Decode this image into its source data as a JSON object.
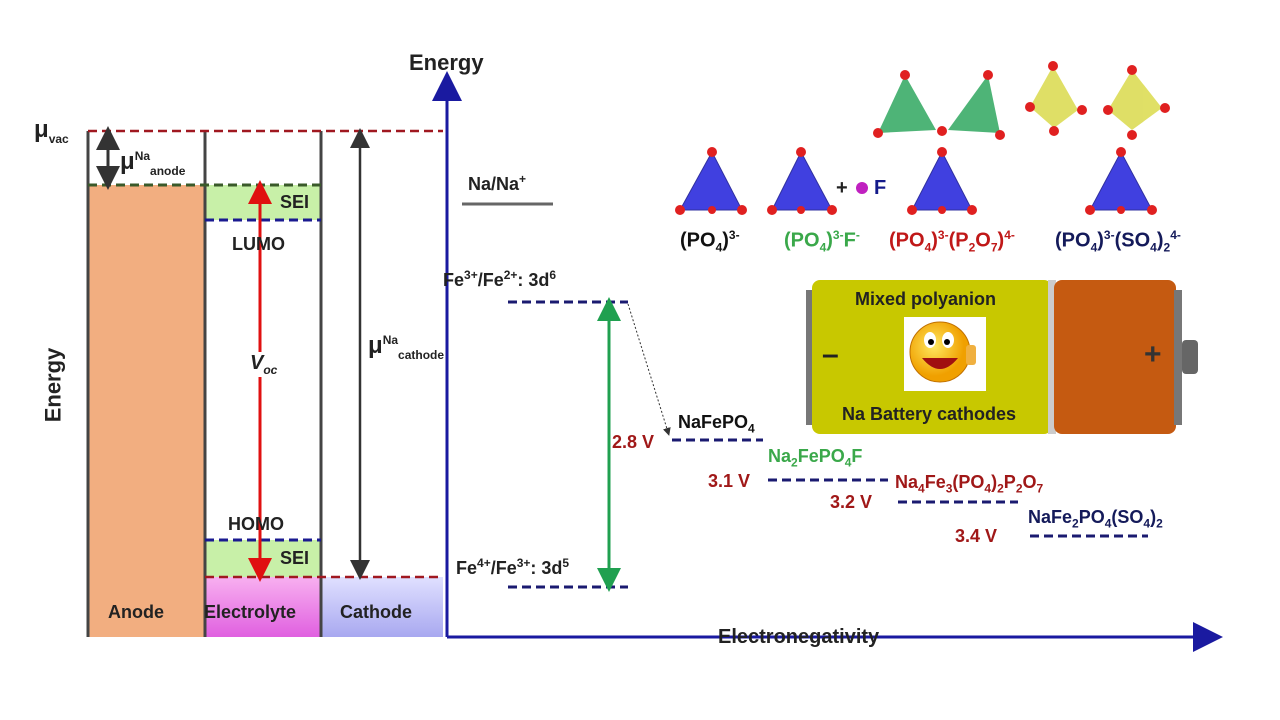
{
  "left_diagram": {
    "y_axis_label": "Energy",
    "mu_vac": [
      [
        "μ",
        ""
      ],
      [
        "vac",
        "sub"
      ]
    ],
    "mu_anode": [
      [
        "μ",
        ""
      ],
      [
        "Na",
        "sup"
      ],
      [
        "anode",
        "sub"
      ]
    ],
    "mu_cathode": [
      [
        "μ",
        ""
      ],
      [
        "Na",
        "sup"
      ],
      [
        "cathode",
        "sub"
      ]
    ],
    "sei_top": "SEI",
    "sei_bottom": "SEI",
    "lumo": "LUMO",
    "homo": "HOMO",
    "voc": [
      [
        "V",
        ""
      ],
      [
        "oc",
        "sub"
      ]
    ],
    "anode": "Anode",
    "electrolyte": "Electrolyte",
    "cathode": "Cathode"
  },
  "right_diagram": {
    "y_axis_label": "Energy",
    "x_axis_label": "Electronegativity",
    "reference": [
      [
        "Na/Na",
        ""
      ],
      [
        "+",
        "sup"
      ]
    ],
    "fe_upper": [
      [
        "Fe",
        ""
      ],
      [
        "3+",
        "sup"
      ],
      [
        "/Fe",
        ""
      ],
      [
        "2+",
        "sup"
      ],
      [
        ": 3d",
        ""
      ],
      [
        "6",
        "sup"
      ]
    ],
    "fe_lower": [
      [
        "Fe",
        ""
      ],
      [
        "4+",
        "sup"
      ],
      [
        "/Fe",
        ""
      ],
      [
        "3+",
        "sup"
      ],
      [
        ": 3d",
        ""
      ],
      [
        "5",
        "sup"
      ]
    ],
    "span_voltage": "2.8 V",
    "compounds": [
      {
        "formula": [
          [
            "NaFePO",
            ""
          ],
          [
            "4",
            "sub"
          ]
        ],
        "voltage": "",
        "color": "#111111"
      },
      {
        "formula": [
          [
            "Na",
            ""
          ],
          [
            "2",
            "sub"
          ],
          [
            "FePO",
            ""
          ],
          [
            "4",
            "sub"
          ],
          [
            "F",
            ""
          ]
        ],
        "voltage": "3.1 V",
        "color": "#3aa84a"
      },
      {
        "formula": [
          [
            "Na",
            ""
          ],
          [
            "4",
            "sub"
          ],
          [
            "Fe",
            ""
          ],
          [
            "3",
            "sub"
          ],
          [
            "(PO",
            ""
          ],
          [
            "4",
            "sub"
          ],
          [
            ")",
            ""
          ],
          [
            "2",
            "sub"
          ],
          [
            "P",
            ""
          ],
          [
            "2",
            "sub"
          ],
          [
            "O",
            ""
          ],
          [
            "7",
            "sub"
          ]
        ],
        "voltage": "3.2 V",
        "color": "#a01818"
      },
      {
        "formula": [
          [
            "NaFe",
            ""
          ],
          [
            "2",
            "sub"
          ],
          [
            "PO",
            ""
          ],
          [
            "4",
            "sub"
          ],
          [
            "(SO",
            ""
          ],
          [
            "4",
            "sub"
          ],
          [
            ")",
            ""
          ],
          [
            "2",
            "sub"
          ]
        ],
        "voltage": "3.4 V",
        "color": "#141a5a"
      }
    ]
  },
  "polyanions": [
    {
      "label": [
        [
          "(PO",
          ""
        ],
        [
          "4",
          "sub"
        ],
        [
          ")",
          ""
        ],
        [
          "3-",
          "sup"
        ]
      ],
      "color": "#111111"
    },
    {
      "label": [
        [
          "(PO",
          ""
        ],
        [
          "4",
          "sub"
        ],
        [
          ")",
          ""
        ],
        [
          "3-",
          "sup"
        ],
        [
          "F",
          ""
        ],
        [
          "-",
          "sup"
        ]
      ],
      "color": "#3aa84a"
    },
    {
      "label": [
        [
          "(PO",
          ""
        ],
        [
          "4",
          "sub"
        ],
        [
          ")",
          ""
        ],
        [
          "3-",
          "sup"
        ],
        [
          "(P",
          ""
        ],
        [
          "2",
          "sub"
        ],
        [
          "O",
          ""
        ],
        [
          "7",
          "sub"
        ],
        [
          ")",
          ""
        ],
        [
          "4-",
          "sup"
        ]
      ],
      "color": "#c01818"
    },
    {
      "label": [
        [
          "(PO",
          ""
        ],
        [
          "4",
          "sub"
        ],
        [
          ")",
          ""
        ],
        [
          "3-",
          "sup"
        ],
        [
          "(SO",
          ""
        ],
        [
          "4",
          "sub"
        ],
        [
          ")",
          ""
        ],
        [
          "2",
          "sub"
        ],
        [
          "4-",
          "sup"
        ]
      ],
      "color": "#141a5a"
    }
  ],
  "fluorine_label": "F",
  "plus": "+",
  "battery": {
    "top_text": "Mixed polyanion",
    "bottom_text": "Na Battery cathodes",
    "negative": "–",
    "positive": "+"
  },
  "colors": {
    "axis": "#1a1aa0",
    "voltage": "#a01818",
    "anode": "#f2ae80",
    "sei": "#c8f0a8"
  }
}
